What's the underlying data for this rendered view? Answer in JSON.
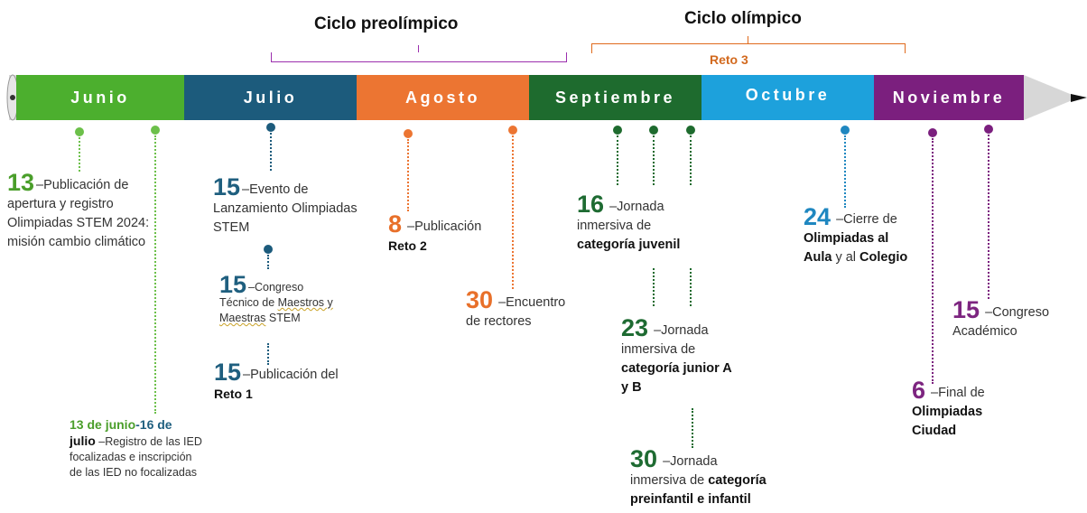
{
  "cycles": {
    "preolimpico": "Ciclo preolímpico",
    "olimpico": "Ciclo olímpico",
    "reto3": "Reto 3"
  },
  "months": [
    "Junio",
    "Julio",
    "Agosto",
    "Septiembre",
    "Octubre",
    "Noviembre"
  ],
  "colors": {
    "junio": "#4caf2e",
    "julio": "#1c5b7c",
    "agosto": "#ec7532",
    "septiembre": "#1e6b2e",
    "octubre": "#1da1dc",
    "noviembre": "#7b1f7e",
    "bracket_pre": "#9b2fae",
    "bracket_olimp": "#e06a1c"
  },
  "events": {
    "junio_13": {
      "num": "13",
      "text": "–Publicación de apertura y registro Olimpiadas STEM 2024: misión cambio climático"
    },
    "junio_range": {
      "part1": "13 de junio",
      "dash": "-",
      "part2": "16 de",
      "part3": "julio",
      "text": " –Registro de las IED focalizadas e inscripción de las IED no focalizadas"
    },
    "julio_15a": {
      "num": "15",
      "text1": "–Evento de",
      "text2": "Lanzamiento Olimpiadas STEM"
    },
    "julio_15b": {
      "num": "15",
      "text1": "–Congreso",
      "text2a": "Técnico de ",
      "text2b": "Maestros y",
      "text3": "Maestras",
      "text3b": " STEM"
    },
    "julio_15c": {
      "num": "15",
      "text1": "–Publicación del",
      "text2": "Reto 1"
    },
    "agosto_8": {
      "num": "8",
      "text1": " –Publicación",
      "text2": "Reto 2"
    },
    "agosto_30": {
      "num": "30",
      "text1": " –Encuentro",
      "text2": "de rectores"
    },
    "sep_16": {
      "num": "16",
      "text1": " –Jornada",
      "text2": "inmersiva de",
      "text3": "categoría juvenil"
    },
    "sep_23": {
      "num": "23",
      "text1": " –Jornada",
      "text2": "inmersiva de",
      "text3": "categoría junior A",
      "text4": "y B"
    },
    "sep_30": {
      "num": "30",
      "text1": " –Jornada",
      "text2": "inmersiva de ",
      "text2b": "categoría",
      "text3": "preinfantil e infantil"
    },
    "oct_24": {
      "num": "24",
      "text1": " –Cierre de",
      "text2": "Olimpiadas al",
      "text3a": "Aula",
      "text3b": " y al ",
      "text3c": "Colegio"
    },
    "nov_6": {
      "num": "6",
      "text1": " –Final de",
      "text2": "Olimpiadas",
      "text3": "Ciudad"
    },
    "nov_15": {
      "num": "15",
      "text1": " –Congreso",
      "text2": "Académico"
    }
  }
}
